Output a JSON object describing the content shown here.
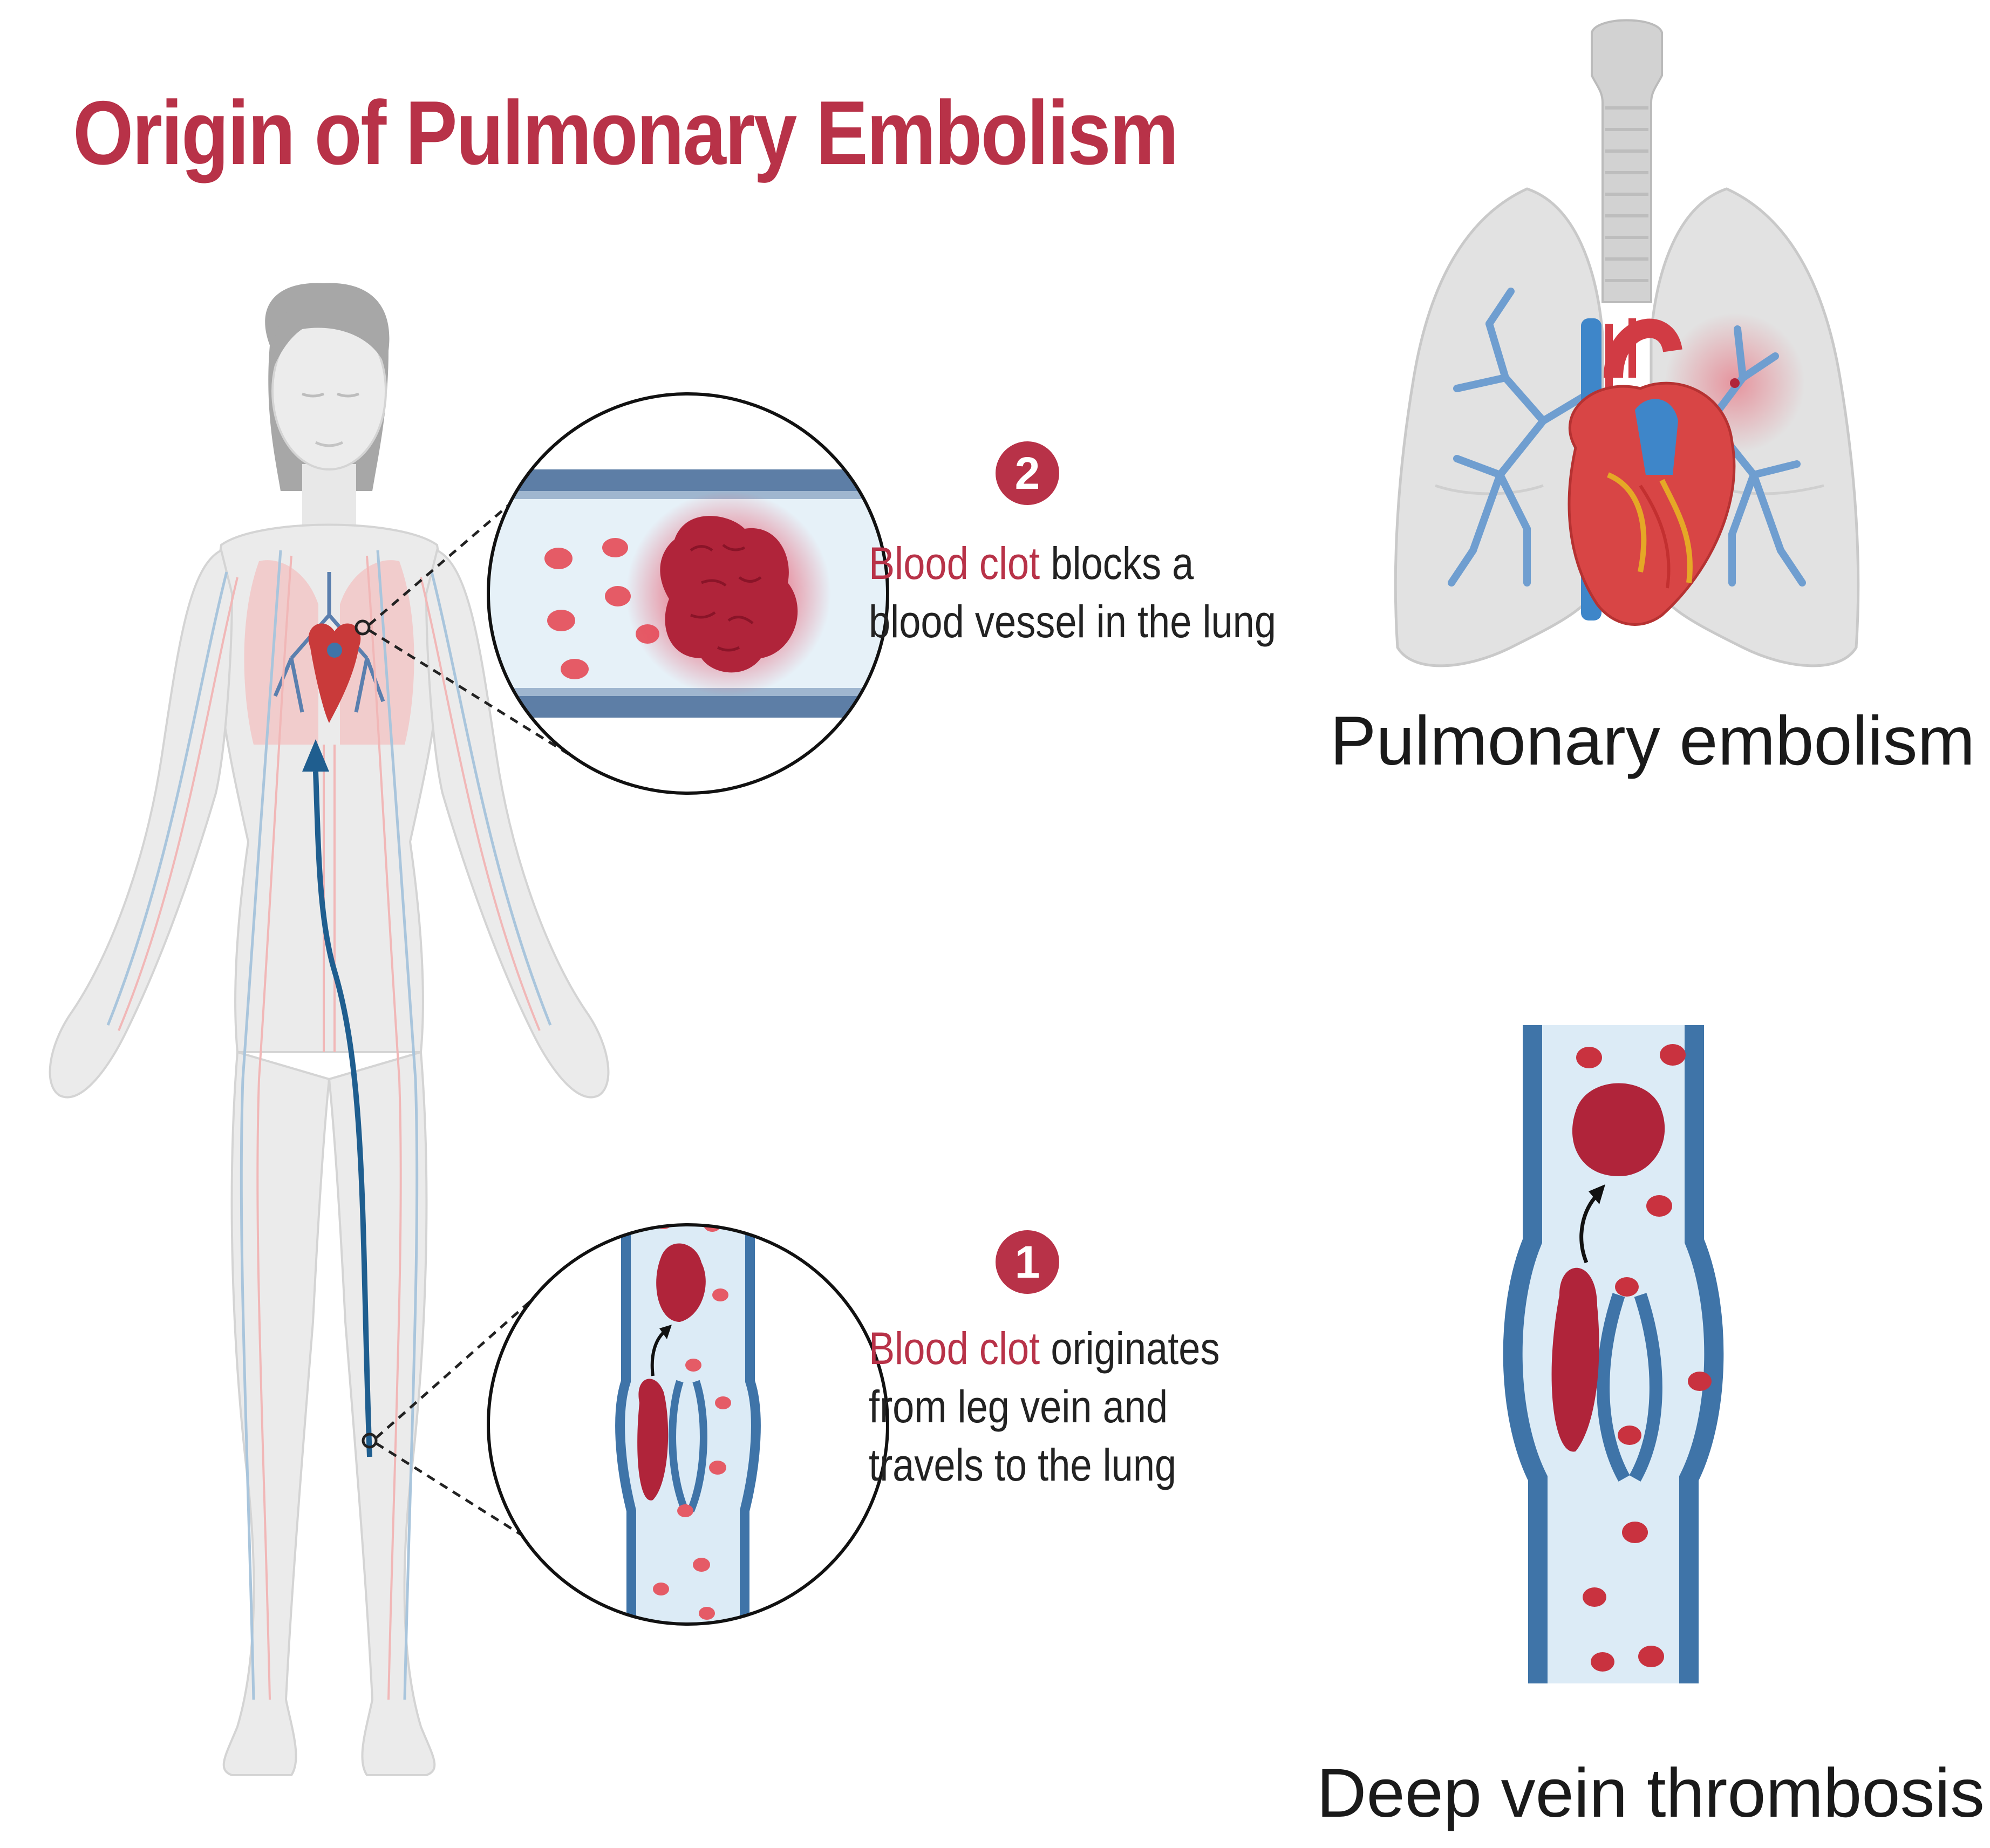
{
  "title": "Origin of Pulmonary Embolism",
  "steps": [
    {
      "number": "2",
      "highlight": "Blood clot",
      "line1_rest": " blocks a",
      "line2": "blood vessel in the lung",
      "line3": ""
    },
    {
      "number": "1",
      "highlight": "Blood clot",
      "line1_rest": " originates",
      "line2": "from leg vein and",
      "line3": "travels to the lung"
    }
  ],
  "panels": {
    "lungs_label": "Pulmonary embolism",
    "vein_label": "Deep vein thrombosis"
  },
  "colors": {
    "accent": "#b83248",
    "vein_blue": "#3f74a8",
    "clot_red": "#b0243a",
    "lung_gray": "#dcdcdc",
    "body_gray": "#e9e9e9"
  }
}
